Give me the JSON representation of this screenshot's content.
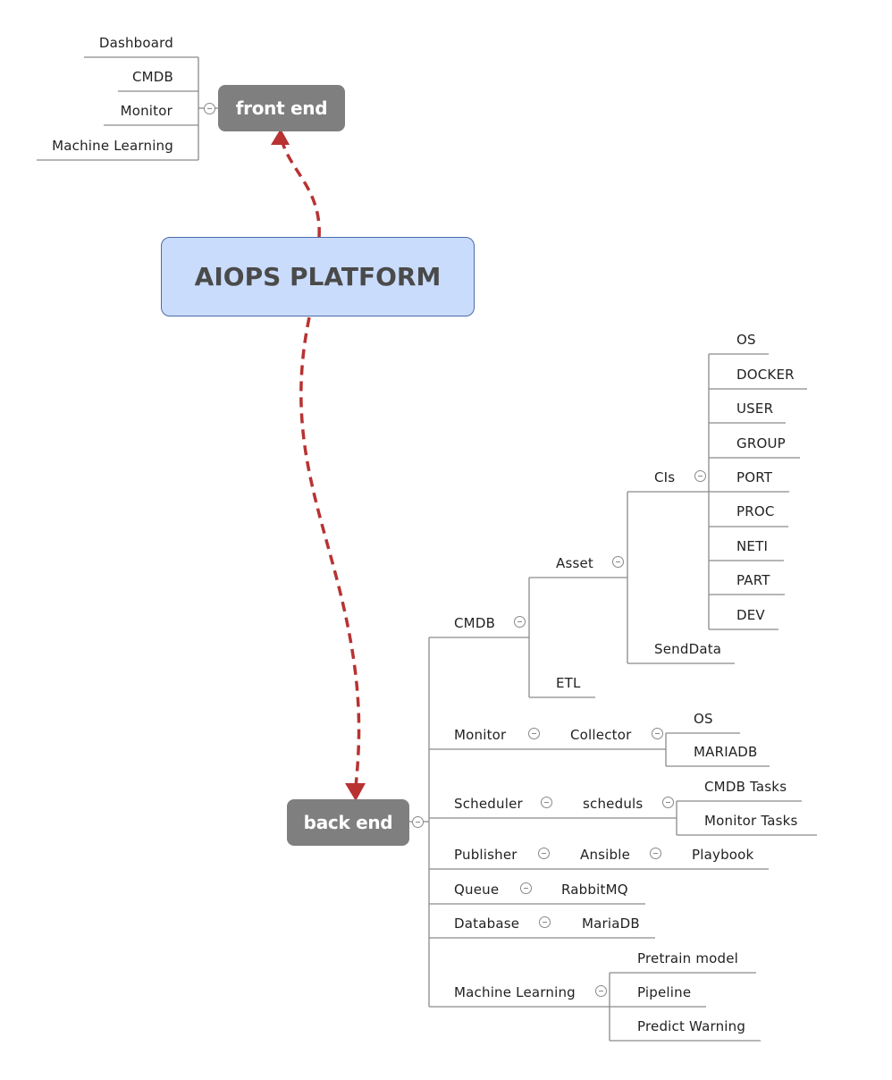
{
  "root": {
    "label": "AIOPS PLATFORM"
  },
  "front_end": {
    "label": "front end",
    "children": [
      "Dashboard",
      "CMDB",
      "Monitor",
      "Machine Learning"
    ]
  },
  "back_end": {
    "label": "back end",
    "cmdb": {
      "label": "CMDB",
      "asset": {
        "label": "Asset",
        "cis": {
          "label": "CIs",
          "children": [
            "OS",
            "DOCKER",
            "USER",
            "GROUP",
            "PORT",
            "PROC",
            "NETI",
            "PART",
            "DEV"
          ]
        },
        "senddata": "SendData"
      },
      "etl": "ETL"
    },
    "monitor": {
      "label": "Monitor",
      "collector": {
        "label": "Collector",
        "children": [
          "OS",
          "MARIADB"
        ]
      }
    },
    "scheduler": {
      "label": "Scheduler",
      "scheduls": {
        "label": "scheduls",
        "children": [
          "CMDB Tasks",
          "Monitor Tasks"
        ]
      }
    },
    "publisher": {
      "label": "Publisher",
      "ansible": {
        "label": "Ansible",
        "children": [
          "Playbook"
        ]
      }
    },
    "queue": {
      "label": "Queue",
      "children": [
        "RabbitMQ"
      ]
    },
    "database": {
      "label": "Database",
      "children": [
        "MariaDB"
      ]
    },
    "machine_learning": {
      "label": "Machine Learning",
      "children": [
        "Pretrain model",
        "Pipeline",
        "Predict Warning"
      ]
    }
  },
  "colors": {
    "connector": "#b83232",
    "node_dark": "#7f7f7f",
    "root_fill": "#c9dcfc",
    "branch_line": "#8a8a8a"
  }
}
